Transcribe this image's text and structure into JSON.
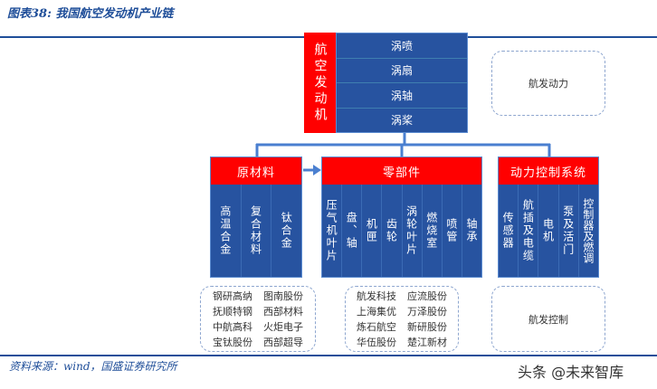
{
  "title": "图表38: 我国航空发动机产业链",
  "engine": {
    "label": "航空发动机",
    "types": [
      "涡喷",
      "涡扇",
      "涡轴",
      "涡桨"
    ]
  },
  "engine_companies": "航发动力",
  "categories": [
    {
      "name": "原材料",
      "items": [
        "高温合金",
        "复合材料",
        "钛合金"
      ],
      "companies": [
        "钢研高纳",
        "图南股份",
        "抚顺特钢",
        "西部材料",
        "中航高科",
        "火炬电子",
        "宝钛股份",
        "西部超导"
      ]
    },
    {
      "name": "零部件",
      "items": [
        "压气机叶片",
        "盘、轴",
        "机匣",
        "齿轮",
        "涡轮叶片",
        "燃烧室",
        "喷管",
        "轴承"
      ],
      "companies": [
        "航发科技",
        "应流股份",
        "上海集优",
        "万泽股份",
        "炼石航空",
        "新研股份",
        "华伍股份",
        "楚江新材"
      ]
    },
    {
      "name": "动力控制系统",
      "items": [
        "传感器",
        "航插及电缆",
        "电机",
        "泵及活门",
        "控制器及燃调"
      ],
      "companies_label": "航发控制"
    }
  ],
  "source": "资料来源：wind，国盛证券研究所",
  "watermark": "头条 @未来智库",
  "colors": {
    "red": "#ff0000",
    "blue": "#2753a0",
    "title": "#1f4e99"
  }
}
